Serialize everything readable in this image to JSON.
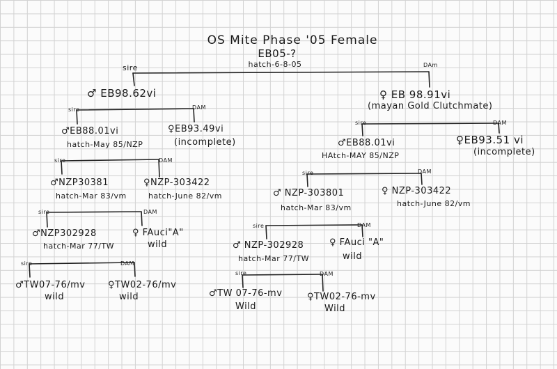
{
  "title": "OS Mite Phase '05 Female",
  "id_line": "EB05-?",
  "hatch_line": "hatch-6-8-05",
  "labels": {
    "sire": "sire",
    "dam_upper": "DAm",
    "dam_cap": "DAM"
  },
  "left": {
    "sire": {
      "id": "♂ EB98.62vi"
    },
    "dam": {
      "id": "♀EB93.49vi",
      "note": "(incomplete)"
    },
    "g2_sire": {
      "id": "♂EB88.01vi",
      "hatch": "hatch-May 85/NZP"
    },
    "g3_sire": {
      "id": "♂NZP30381",
      "hatch": "hatch-Mar 83/vm"
    },
    "g3_dam": {
      "id": "♀NZP-303422",
      "hatch": "hatch-June 82/vm"
    },
    "g4_sire": {
      "id": "♂NZP302928",
      "hatch": "hatch-Mar 77/TW"
    },
    "g4_dam": {
      "id": "♀ FAuci\"A\"",
      "note": "wild"
    },
    "g5_sire": {
      "id": "♂TW07-76/mv",
      "note": "wild"
    },
    "g5_dam": {
      "id": "♀TW02-76/mv",
      "note": "wild"
    }
  },
  "right": {
    "dam": {
      "id": "♀ EB 98.91vi",
      "note": "(mayan Gold Clutchmate)"
    },
    "dam_dam": {
      "id": "♀EB93.51 vi",
      "note": "(incomplete)"
    },
    "g2_sire": {
      "id": "♂EB88.01vi",
      "hatch": "HAtch-MAY 85/NZP"
    },
    "g3_sire": {
      "id": "♂ NZP-303801",
      "hatch": "hatch-Mar 83/vm"
    },
    "g3_dam": {
      "id": "♀ NZP-303422",
      "hatch": "hatch-June 82/vm"
    },
    "g4_sire": {
      "id": "♂ NZP-302928",
      "hatch": "hatch-Mar 77/TW"
    },
    "g4_dam": {
      "id": "♀ FAuci \"A\"",
      "note": "wild"
    },
    "g5_sire": {
      "id": "♂TW 07-76-mv",
      "note": "Wild"
    },
    "g5_dam": {
      "id": "♀TW02-76-mv",
      "note": "Wild"
    }
  }
}
